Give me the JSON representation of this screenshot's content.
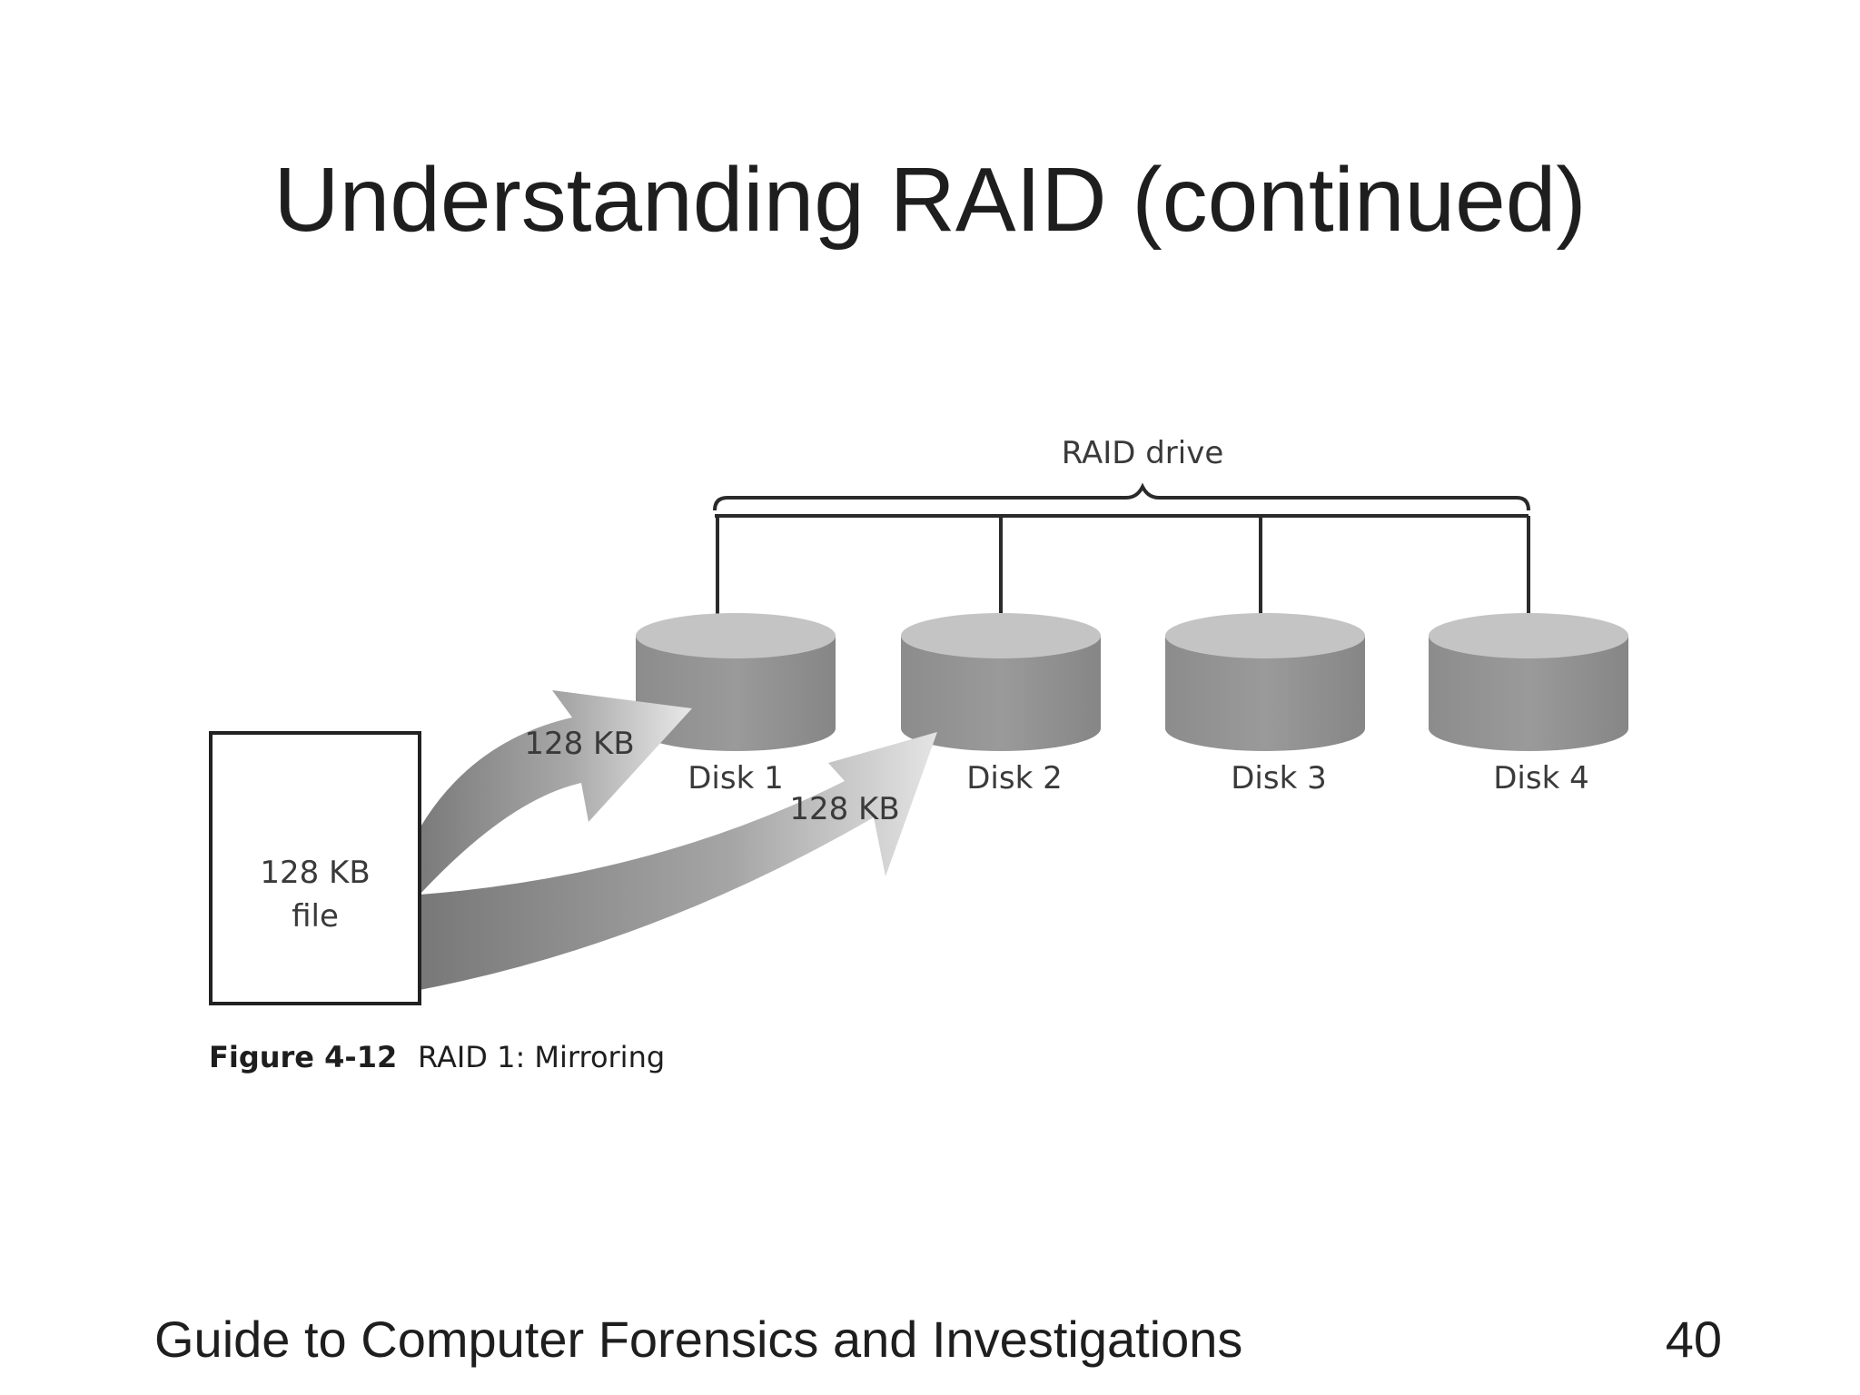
{
  "slide": {
    "title": "Understanding RAID (continued)",
    "footer": "Guide to Computer Forensics and Investigations",
    "page_number": "40"
  },
  "diagram": {
    "group_label": "RAID drive",
    "source_file": {
      "line1": "128 KB",
      "line2": "file"
    },
    "arrows": [
      {
        "label": "128 KB",
        "target": "Disk 1"
      },
      {
        "label": "128 KB",
        "target": "Disk 2"
      }
    ],
    "disks": [
      {
        "label": "Disk 1"
      },
      {
        "label": "Disk 2"
      },
      {
        "label": "Disk 3"
      },
      {
        "label": "Disk 4"
      }
    ],
    "caption": {
      "number": "Figure 4-12",
      "text": "RAID 1: Mirroring"
    },
    "colors": {
      "disk_top": "#c6c6c6",
      "disk_side": "#8a8a8a",
      "arrow_dark": "#7d7d7d",
      "arrow_light": "#e6e6e6",
      "line": "#2a2a2a"
    }
  }
}
